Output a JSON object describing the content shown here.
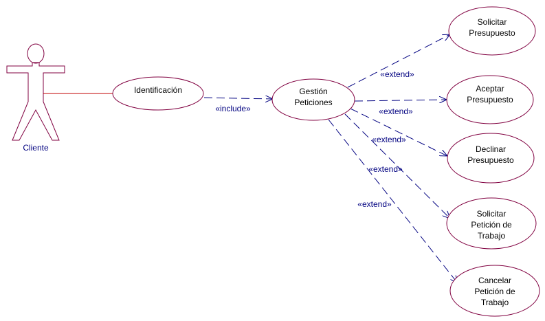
{
  "colors": {
    "outline": "#800040",
    "association": "#c00000",
    "dependency": "#000080",
    "text": "#000000",
    "label": "#000080"
  },
  "actor": {
    "name": "Cliente"
  },
  "use_cases": [
    {
      "id": "identificacion",
      "lines": [
        "Identificación"
      ]
    },
    {
      "id": "gestion",
      "lines": [
        "Gestión",
        "Peticiones"
      ]
    },
    {
      "id": "solicitar-presupuesto",
      "lines": [
        "Solicitar",
        "Presupuesto"
      ]
    },
    {
      "id": "aceptar-presupuesto",
      "lines": [
        "Aceptar",
        "Presupuesto"
      ]
    },
    {
      "id": "declinar-presupuesto",
      "lines": [
        "Declinar",
        "Presupuesto"
      ]
    },
    {
      "id": "solicitar-peticion",
      "lines": [
        "Solicitar",
        "Petición de",
        "Trabajo"
      ]
    },
    {
      "id": "cancelar-peticion",
      "lines": [
        "Cancelar",
        "Petición de",
        "Trabajo"
      ]
    }
  ],
  "relations": [
    {
      "id": "include",
      "label": "«include»"
    },
    {
      "id": "extend-1",
      "label": "«extend»"
    },
    {
      "id": "extend-2",
      "label": "«extend»"
    },
    {
      "id": "extend-3",
      "label": "«extend»"
    },
    {
      "id": "extend-4",
      "label": "«extend»"
    },
    {
      "id": "extend-5",
      "label": "«extend»"
    }
  ]
}
